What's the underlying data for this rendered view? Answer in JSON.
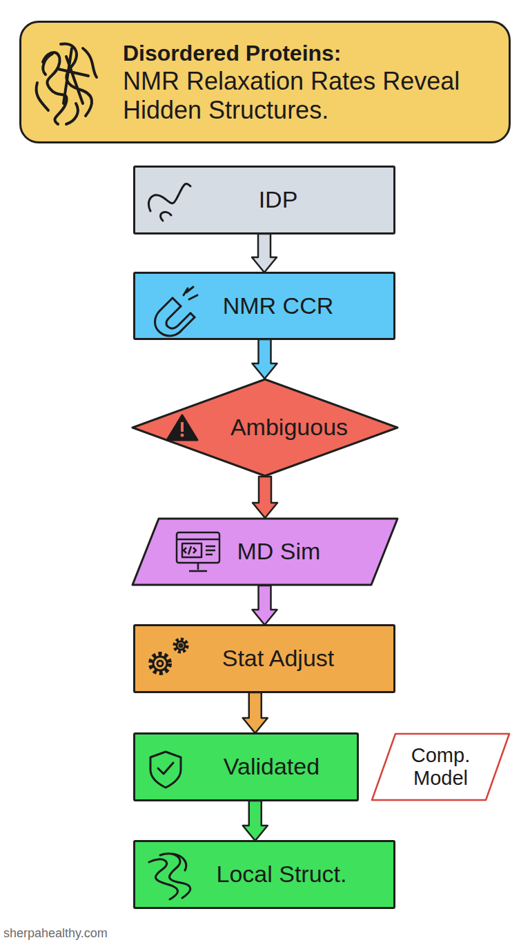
{
  "diagram": {
    "nodes": [
      {
        "text": [
          "Disordered Proteins:",
          "NMR Relaxation Rates Reveal Hidden Structures."
        ]
      },
      {
        "text": [
          "IDP"
        ]
      },
      {
        "text": [
          "NMR CCR"
        ]
      },
      {
        "text": [
          "Ambiguous"
        ]
      },
      {
        "text": [
          "MD Sim"
        ]
      },
      {
        "text": [
          "Stat Adjust"
        ]
      },
      {
        "text": [
          "Validated"
        ]
      },
      {
        "text": [
          "Comp. Model"
        ]
      },
      {
        "text": [
          "Local Struct."
        ]
      }
    ],
    "edges": [
      {
        "from": 1,
        "to": 2,
        "arrow": "to"
      },
      {
        "from": 2,
        "to": 3,
        "arrow": "to"
      },
      {
        "from": 3,
        "to": 4,
        "arrow": "to"
      },
      {
        "from": 4,
        "to": 5,
        "arrow": "to"
      },
      {
        "from": 5,
        "to": 6,
        "arrow": "to"
      },
      {
        "from": 6,
        "to": 8,
        "arrow": "to"
      }
    ],
    "labels": [
      "sherpahealthy.com"
    ]
  }
}
